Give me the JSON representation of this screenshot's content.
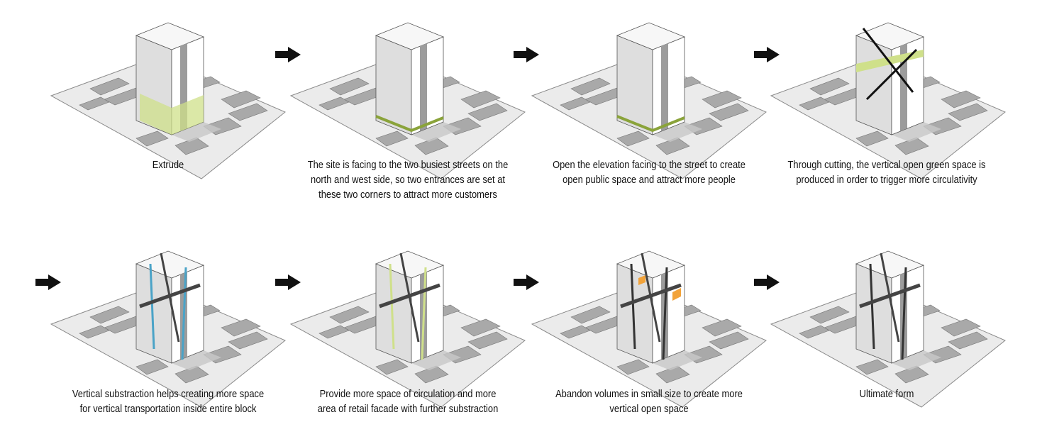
{
  "steps": [
    {
      "caption_lines": [
        "Extrude"
      ],
      "arrow_before": false
    },
    {
      "caption_lines": [
        "The site is facing to the two busiest streets on the",
        "north and west side, so two entrances are set at",
        "these two corners to attract more customers"
      ],
      "arrow_before": true
    },
    {
      "caption_lines": [
        "Open the elevation facing to the street to create",
        "open public space and attract more people"
      ],
      "arrow_before": true
    },
    {
      "caption_lines": [
        "Through cutting, the vertical open green space is",
        "produced in order to trigger more circulativity"
      ],
      "arrow_before": true
    },
    {
      "caption_lines": [
        "Vertical substraction helps creating more space",
        "for vertical transportation inside entire block"
      ],
      "arrow_before": true
    },
    {
      "caption_lines": [
        "Provide more space of circulation and more",
        "area of retail facade with further substraction"
      ],
      "arrow_before": true
    },
    {
      "caption_lines": [
        "Abandon volumes in small size to create more",
        "vertical open space"
      ],
      "arrow_before": true
    },
    {
      "caption_lines": [
        "Ultimate form"
      ],
      "arrow_before": true
    }
  ],
  "colors": {
    "site": "#ebebeb",
    "site_outline": "#8a8a8a",
    "blocks": "#a9a9a9",
    "building_light": "#ffffff",
    "building_mid": "#dedede",
    "building_dark": "#9c9c9c",
    "green_highlight": "#cfe08a",
    "blue_highlight": "#4aa3c7",
    "orange_highlight": "#f2a33a",
    "arrow": "#111111"
  }
}
